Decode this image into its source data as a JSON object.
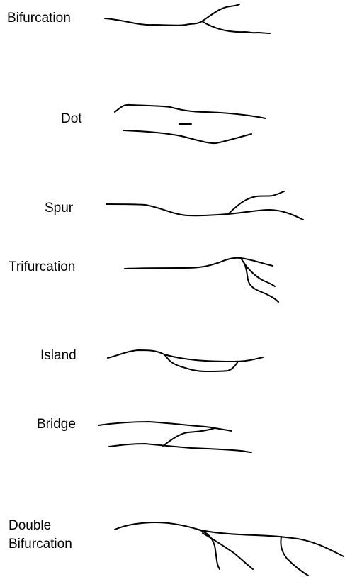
{
  "minutiae": [
    {
      "id": "bifurcation",
      "label": "Bifurcation"
    },
    {
      "id": "dot",
      "label": "Dot"
    },
    {
      "id": "spur",
      "label": "Spur"
    },
    {
      "id": "trifurcation",
      "label": "Trifurcation"
    },
    {
      "id": "island",
      "label": "Island"
    },
    {
      "id": "bridge",
      "label": "Bridge"
    },
    {
      "id": "double-bifurcation",
      "label_line1": "Double",
      "label_line2": "Bifurcation"
    }
  ]
}
